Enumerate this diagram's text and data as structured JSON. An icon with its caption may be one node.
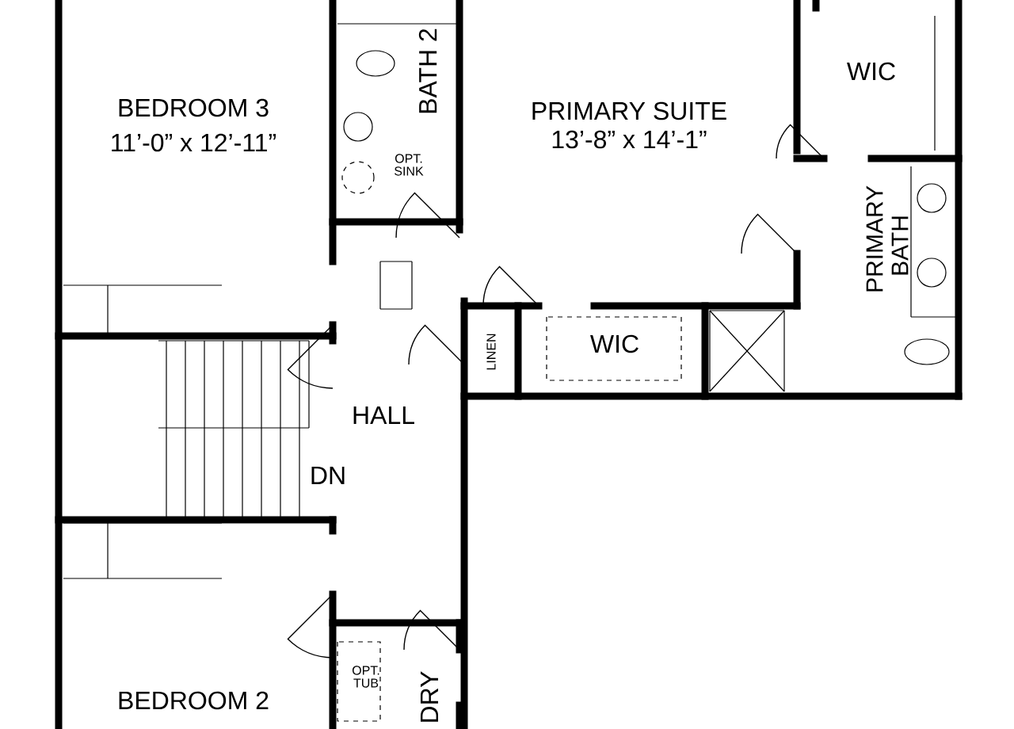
{
  "diagram": {
    "labels": [
      "BATH 2",
      "BEDROOM 3",
      "11’-0” x 12’-11”",
      "OPT. SINK",
      "PRIMARY SUITE",
      "13’-8” x 14’-1”",
      "WIC",
      "PRIMARY BATH",
      "LINEN",
      "WIC",
      "HALL",
      "DN",
      "OPT. TUB",
      "BEDROOM 2",
      "DRY"
    ]
  }
}
